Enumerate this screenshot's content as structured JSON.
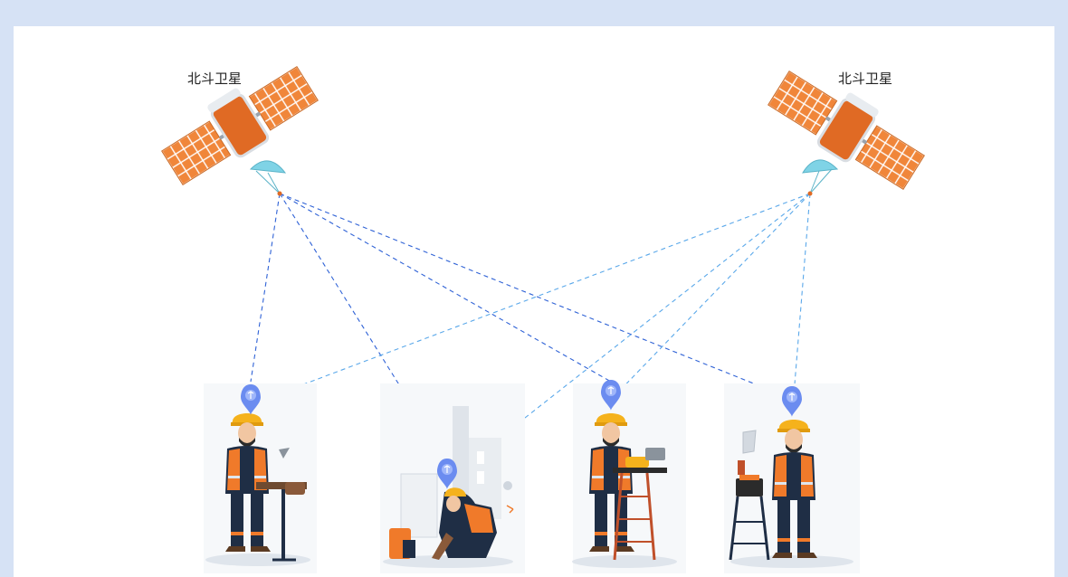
{
  "satellites": [
    {
      "label": "北斗卫星"
    },
    {
      "label": "北斗卫星"
    }
  ],
  "colors": {
    "background": "#d6e2f5",
    "panel": "#ffffff",
    "link_dark": "#2f62d6",
    "link_light": "#5aa8ea",
    "solar_panel": "#f0863a",
    "satellite_body": "#e06a24",
    "dish": "#7fd3e6",
    "pin": "#6b8cf0",
    "helmet": "#f5b21c",
    "vest": "#f07a2a",
    "uniform": "#1f2e45"
  },
  "workers": [
    {
      "name": "worker-cutting"
    },
    {
      "name": "worker-crouching"
    },
    {
      "name": "worker-machining"
    },
    {
      "name": "worker-inspecting"
    }
  ]
}
